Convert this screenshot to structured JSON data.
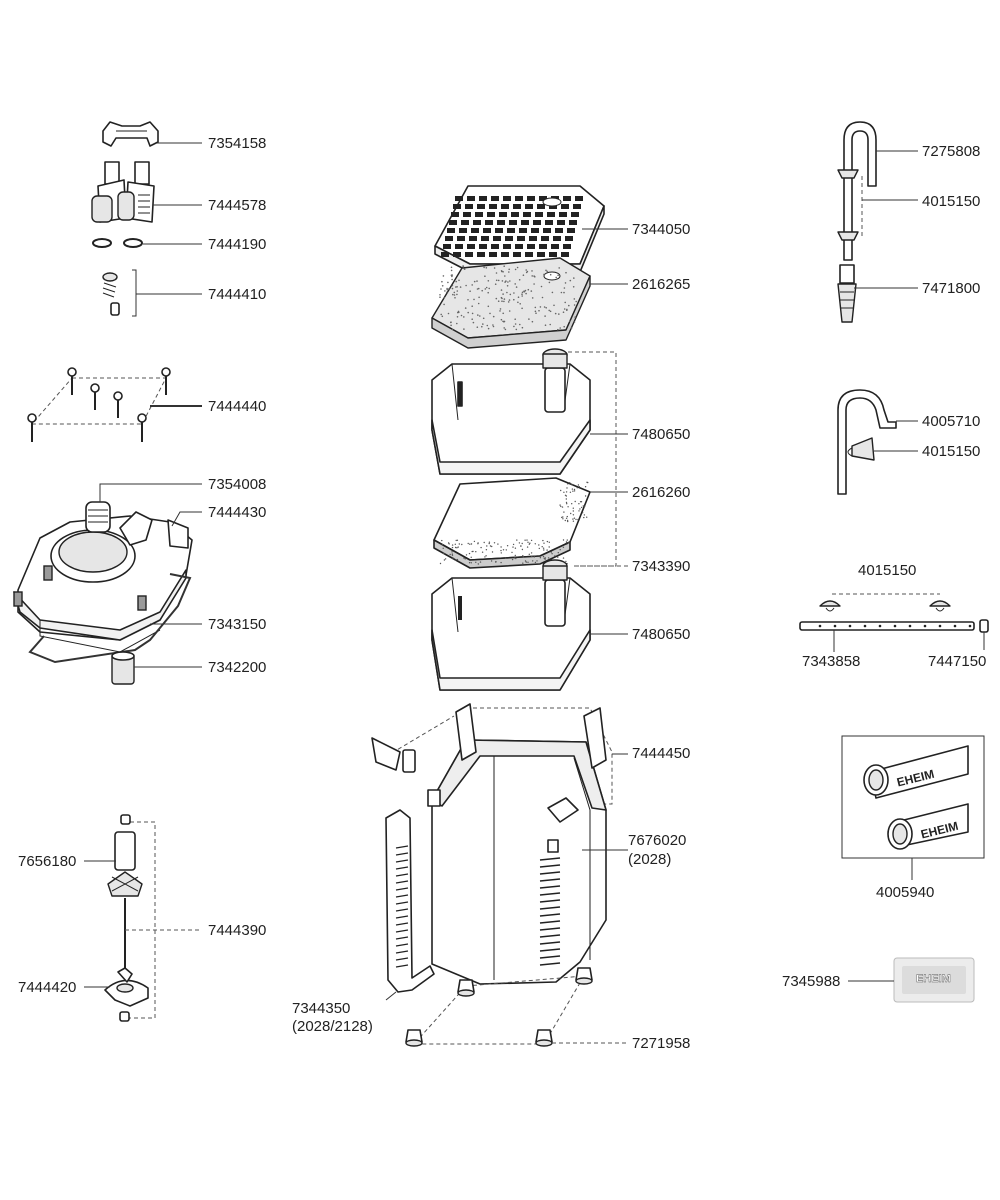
{
  "parts": {
    "p7354158": "7354158",
    "p7444578": "7444578",
    "p7444190": "7444190",
    "p7444410": "7444410",
    "p7444440": "7444440",
    "p7354008": "7354008",
    "p7444430": "7444430",
    "p7343150": "7343150",
    "p7342200": "7342200",
    "p7656180": "7656180",
    "p7444390": "7444390",
    "p7444420": "7444420",
    "p7344050": "7344050",
    "p2616265": "2616265",
    "p7480650a": "7480650",
    "p2616260": "2616260",
    "p7343390": "7343390",
    "p7480650b": "7480650",
    "p7444450": "7444450",
    "p7676020": "7676020",
    "p7676020_note": "(2028)",
    "p7344350": "7344350",
    "p7344350_note": "(2028/2128)",
    "p7271958": "7271958",
    "p7275808": "7275808",
    "p4015150a": "4015150",
    "p7471800": "7471800",
    "p4005710": "4005710",
    "p4015150b": "4015150",
    "p4015150c": "4015150",
    "p7343858": "7343858",
    "p7447150": "7447150",
    "p4005940": "4005940",
    "p7345988": "7345988"
  },
  "hose_brand": "EHEIM",
  "sachet_brand": "EHEIM",
  "colors": {
    "line": "#222222",
    "fill": "#ffffff",
    "shade": "#e6e6e6"
  }
}
